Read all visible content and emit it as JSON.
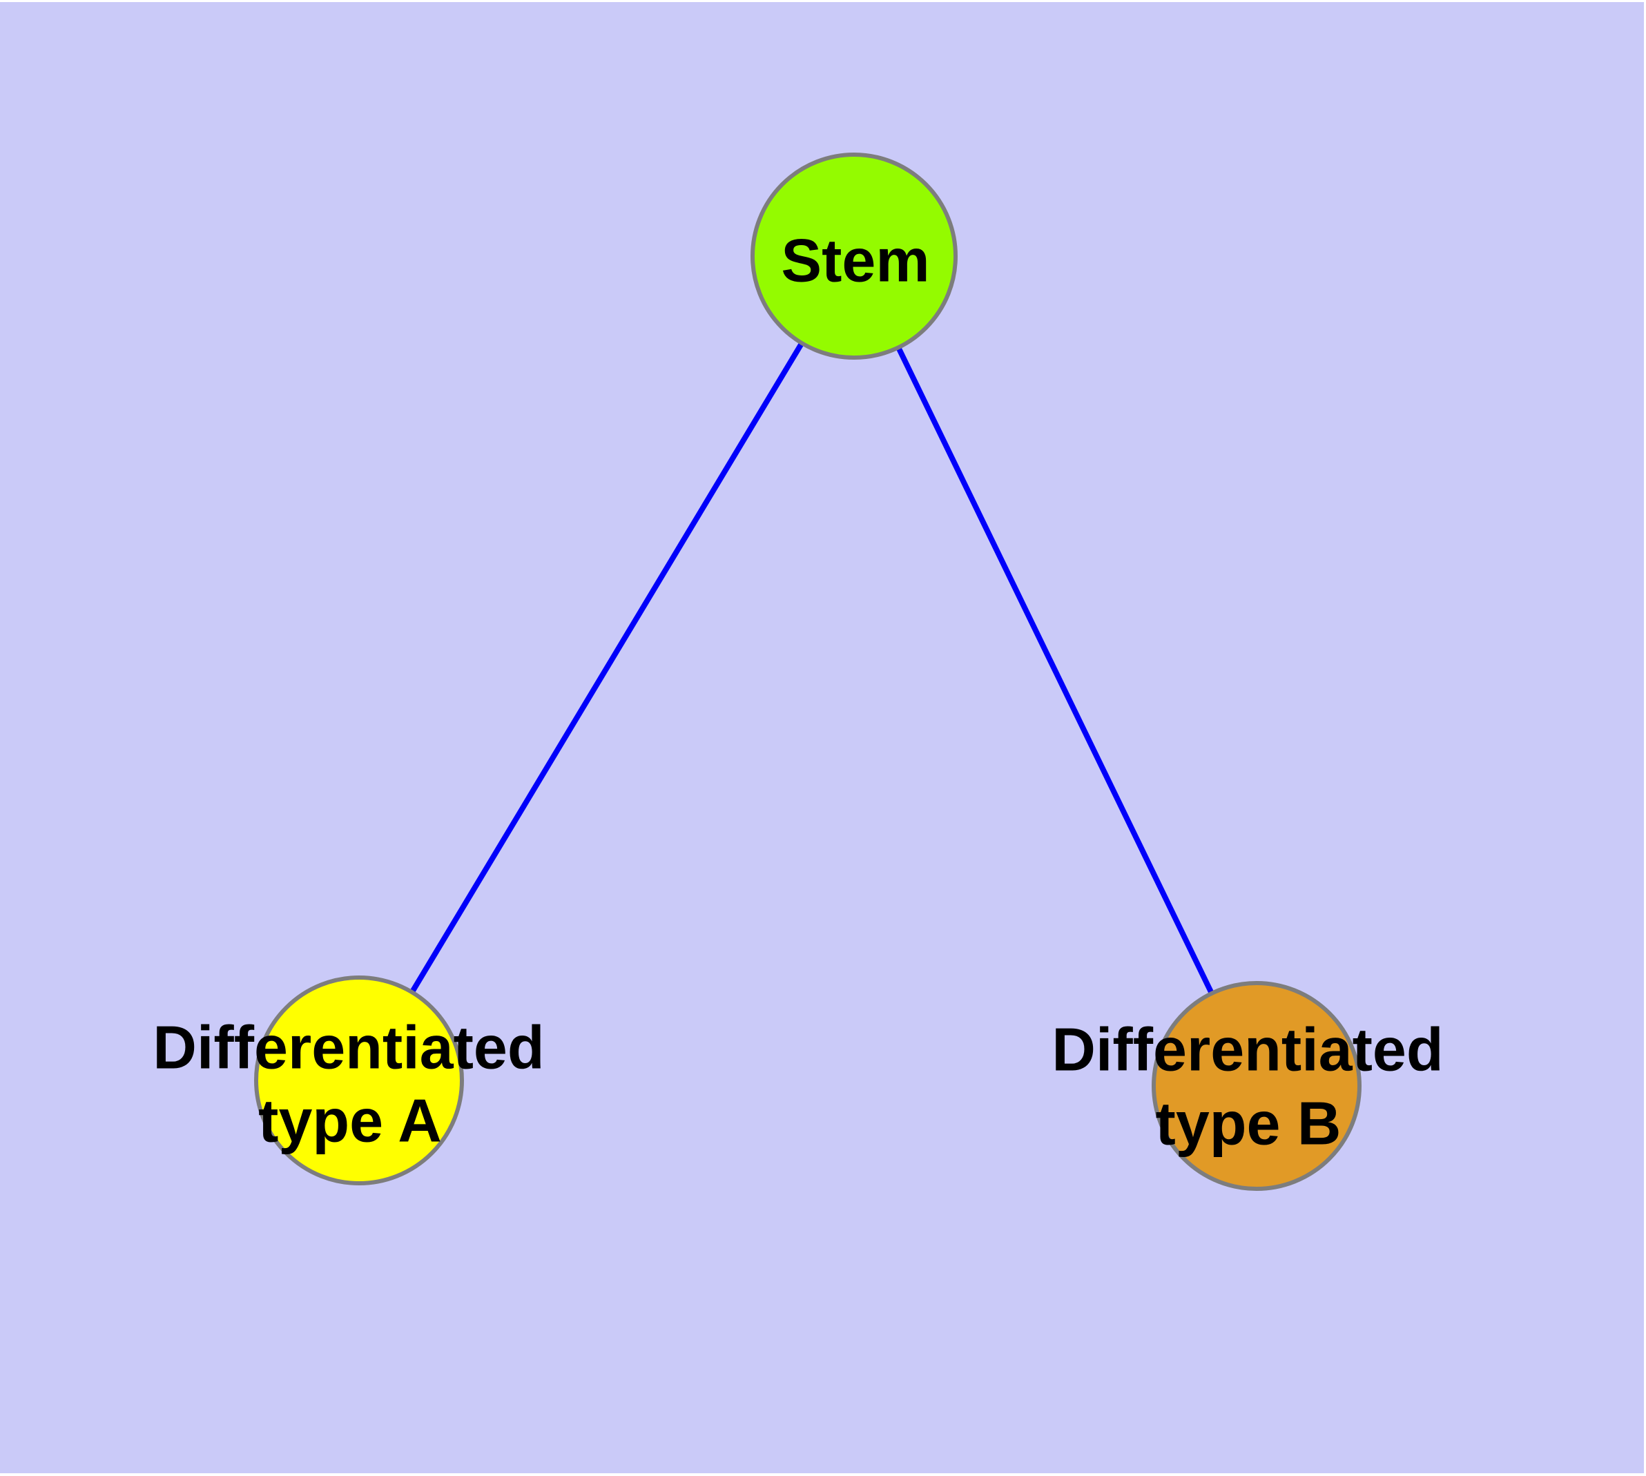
{
  "diagram": {
    "description": "Cell differentiation graph: one stem node linked to two differentiated cell type nodes",
    "background_color": "#CACAF8",
    "margin_color": "#FFFFFF",
    "edge_color": "#0000FA",
    "node_border_color": "#7D7D7D",
    "label_color": "#000000",
    "nodes": [
      {
        "id": "stem",
        "label": "Stem",
        "label_lines": [
          "Stem"
        ],
        "color": "#94FB00"
      },
      {
        "id": "differentiated-type-a",
        "label": "Differentiated type A",
        "label_lines": [
          "Differentiated",
          "type A"
        ],
        "color": "#FFFF00"
      },
      {
        "id": "differentiated-type-b",
        "label": "Differentiated type B",
        "label_lines": [
          "Differentiated",
          "type B"
        ],
        "color": "#E19A26"
      }
    ],
    "edges": [
      {
        "from": "stem",
        "to": "differentiated-type-a"
      },
      {
        "from": "stem",
        "to": "differentiated-type-b"
      }
    ]
  }
}
